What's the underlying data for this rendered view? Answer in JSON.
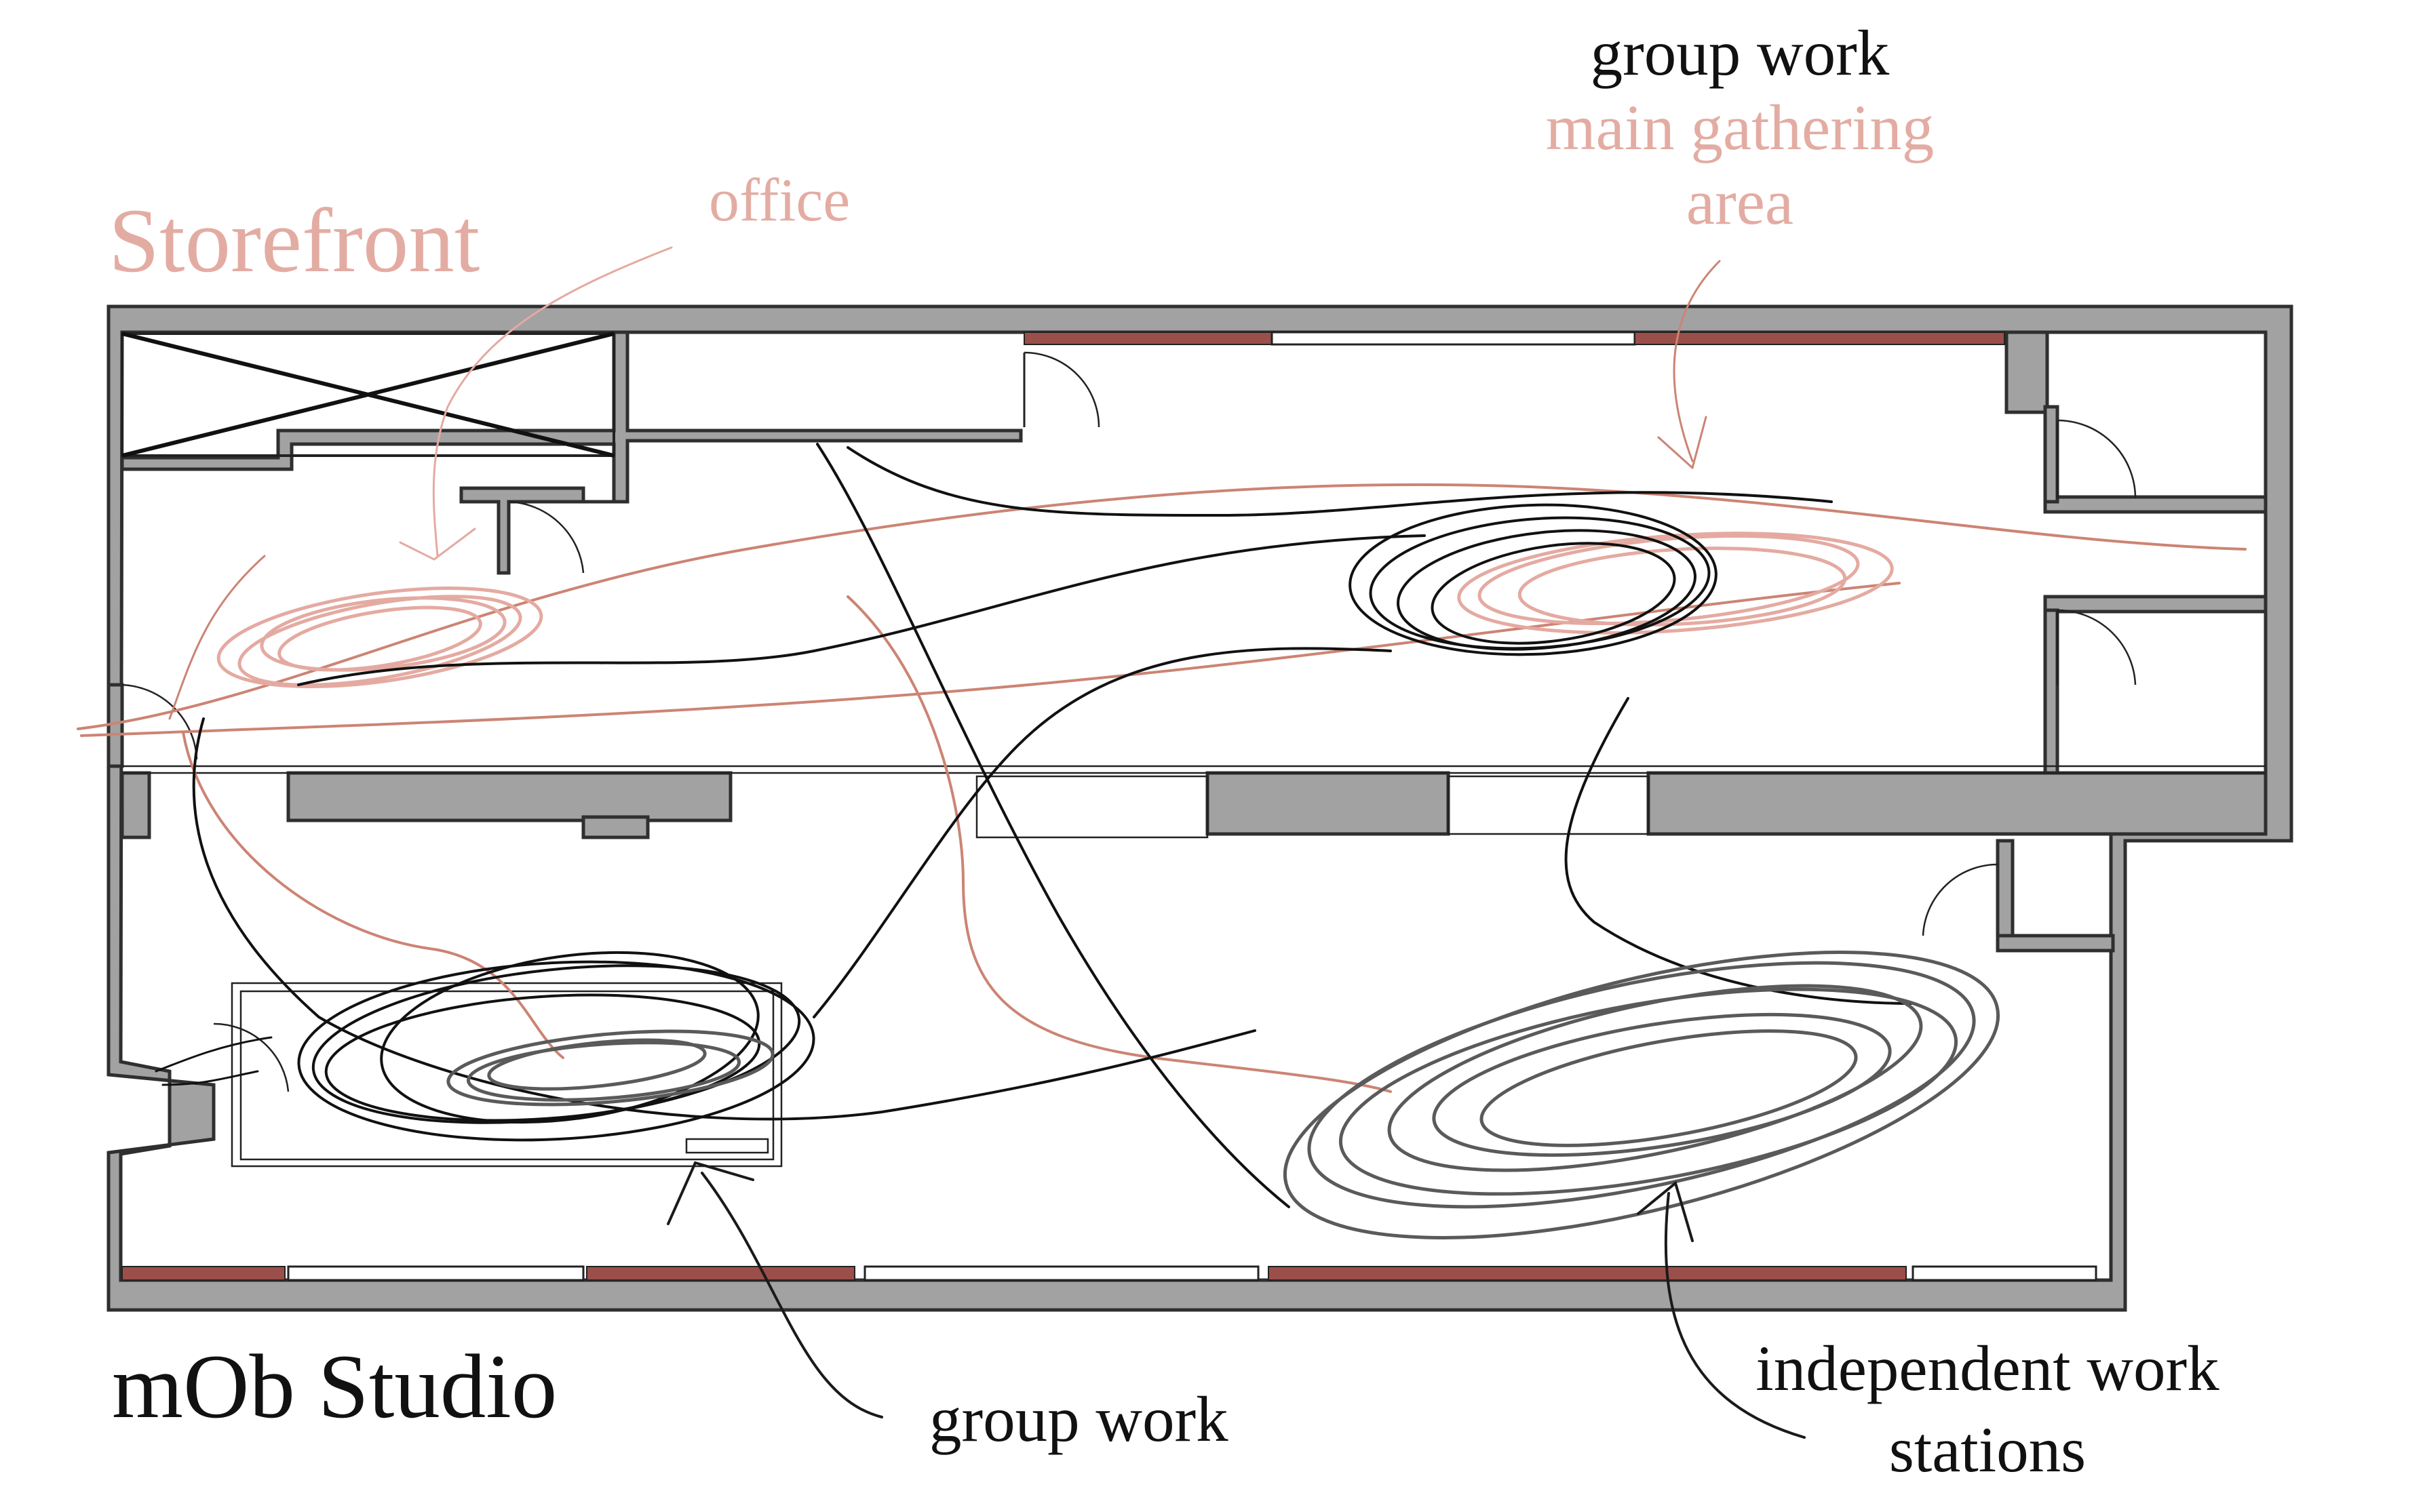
{
  "labels": {
    "storefront": "Storefront",
    "office": "office",
    "group_work_top": "group work",
    "main_gathering_line1": "main gathering",
    "main_gathering_line2": "area",
    "studio": "mOb Studio",
    "group_work_bottom": "group work",
    "independent_line1": "independent work",
    "independent_line2": "stations"
  },
  "colors": {
    "wall": "#a2a2a2",
    "wall_outline": "#2f2f2f",
    "accent_window": "#9b4f4a",
    "storefront_text": "#e3aca3",
    "storefront_path": "#cc8474",
    "storefront_scribble": "#e4aaa1",
    "studio_path": "#111111",
    "studio_scribble": "#5a5a5a",
    "text": "#111111"
  }
}
